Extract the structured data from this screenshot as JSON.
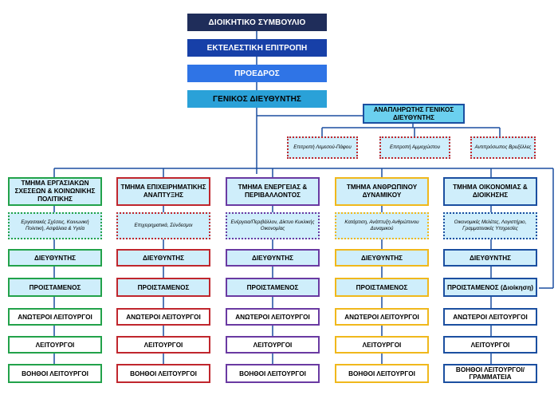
{
  "top": {
    "board": "ΔΙΟΙΚΗΤΙΚΟ ΣΥΜΒΟΥΛΙΟ",
    "executive": "ΕΚΤΕΛΕΣΤΙΚΗ ΕΠΙΤΡΟΠΗ",
    "president": "ΠΡΟΕΔΡΟΣ",
    "gm": "ΓΕΝΙΚΟΣ ΔΙΕΥΘΥΝΤΗΣ"
  },
  "deputy": {
    "title": "ΑΝΑΠΛΗΡΩΤΗΣ ΓΕΝΙΚΟΣ ΔΙΕΥΘΥΝΤΗΣ",
    "committees": [
      "Επιτροπή Λεμεσού-Πάφου",
      "Επιτροπή Αμμοχώστου",
      "Αντιπρόσωπος Βρυξέλλες"
    ]
  },
  "departments": [
    {
      "title": "ΤΜΗΜΑ ΕΡΓΑΣΙΑΚΩΝ ΣΧΕΣΕΩΝ & ΚΟΙΝΩΝΙΚΗΣ ΠΟΛΙΤΙΚΗΣ",
      "committee": "Εργασιακές Σχέσεις, Κοινωνική Πολιτική, Ασφάλεια & Υγεία",
      "levels": [
        "ΔΙΕΥΘΥΝΤΗΣ",
        "ΠΡΟΙΣΤΑΜΕΝΟΣ"
      ],
      "staff": [
        "ΑΝΩΤΕΡΟΙ ΛΕΙΤΟΥΡΓΟΙ",
        "ΛΕΙΤΟΥΡΓΟΙ",
        "ΒΟΗΘΟΙ ΛΕΙΤΟΥΡΓΟΙ"
      ],
      "color": "#22a24a"
    },
    {
      "title": "ΤΜΗΜΑ ΕΠΙΧΕΙΡΗΜΑΤΙΚΗΣ ΑΝΑΠΤΥΞΗΣ",
      "committee": "Επιχειρηματικά, Σύνδεσμοι",
      "levels": [
        "ΔΙΕΥΘΥΝΤΗΣ",
        "ΠΡΟΙΣΤΑΜΕΝΟΣ"
      ],
      "staff": [
        "ΑΝΩΤΕΡΟΙ ΛΕΙΤΟΥΡΓΟΙ",
        "ΛΕΙΤΟΥΡΓΟΙ",
        "ΒΟΗΘΟΙ ΛΕΙΤΟΥΡΓΟΙ"
      ],
      "color": "#c0262d"
    },
    {
      "title": "ΤΜΗΜΑ ΕΝΕΡΓΕΙΑΣ & ΠΕΡΙΒΑΛΛΟΝΤΟΣ",
      "committee": "Ενέργεια/Περιβάλλον, Δίκτυο Κυκλικής Οικονομίας",
      "levels": [
        "ΔΙΕΥΘΥΝΤΗΣ",
        "ΠΡΟΙΣΤΑΜΕΝΟΣ"
      ],
      "staff": [
        "ΑΝΩΤΕΡΟΙ ΛΕΙΤΟΥΡΓΟΙ",
        "ΛΕΙΤΟΥΡΓΟΙ",
        "ΒΟΗΘΟΙ ΛΕΙΤΟΥΡΓΟΙ"
      ],
      "color": "#6a3aa2"
    },
    {
      "title": "ΤΜΗΜΑ ΑΝΘΡΩΠΙΝΟΥ ΔΥΝΑΜΙΚΟΥ",
      "committee": "Κατάρτιση, Ανάπτυξη Ανθρώπινου Δυναμικού",
      "levels": [
        "ΔΙΕΥΘΥΝΤΗΣ",
        "ΠΡΟΙΣΤΑΜΕΝΟΣ"
      ],
      "staff": [
        "ΑΝΩΤΕΡΟΙ ΛΕΙΤΟΥΡΓΟΙ",
        "ΛΕΙΤΟΥΡΓΟΙ",
        "ΒΟΗΘΟΙ ΛΕΙΤΟΥΡΓΟΙ"
      ],
      "color": "#f0b81c"
    },
    {
      "title": "ΤΜΗΜΑ ΟΙΚΟΝΟΜΙΑΣ & ΔΙΟΙΚΗΣΗΣ",
      "committee": "Οικονομικές Μελέτες, Λογιστήριο, Γραμματειακές Υπηρεσίες",
      "levels": [
        "ΔΙΕΥΘΥΝΤΗΣ",
        "ΠΡΟΙΣΤΑΜΕΝΟΣ (Διοίκηση)"
      ],
      "staff": [
        "ΑΝΩΤΕΡΟΙ ΛΕΙΤΟΥΡΓΟΙ",
        "ΛΕΙΤΟΥΡΓΟΙ",
        "ΒΟΗΘΟΙ ΛΕΙΤΟΥΡΓΟΙ/ ΓΡΑΜΜΑΤΕΙΑ"
      ],
      "color": "#1b4fa0"
    }
  ]
}
